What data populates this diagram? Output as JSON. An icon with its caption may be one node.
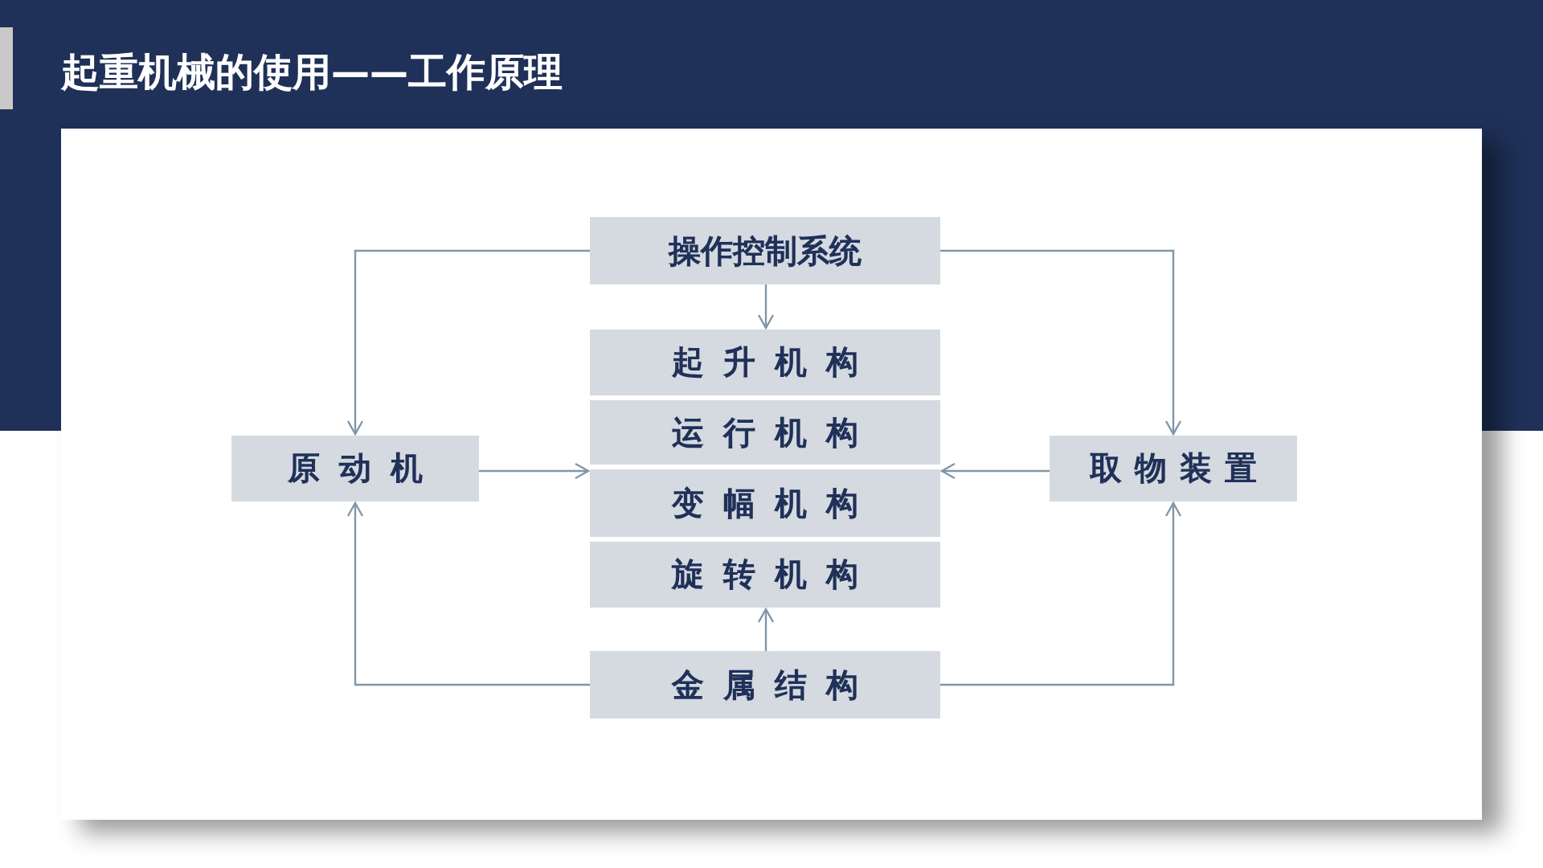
{
  "diagram": {
    "title": "起重机械的使用——工作原理",
    "nodes": [
      {
        "text": [
          "操作控制系统"
        ]
      },
      {
        "text": [
          "原动机"
        ]
      },
      {
        "text": [
          "起升机构"
        ]
      },
      {
        "text": [
          "运行机构"
        ]
      },
      {
        "text": [
          "变幅机构"
        ]
      },
      {
        "text": [
          "旋转机构"
        ]
      },
      {
        "text": [
          "取物装置"
        ]
      },
      {
        "text": [
          "金属结构"
        ]
      }
    ],
    "edges": [
      {
        "from": 0,
        "to": 1,
        "arrow": "to"
      },
      {
        "from": 0,
        "to": 2,
        "arrow": "to"
      },
      {
        "from": 0,
        "to": 6,
        "arrow": "to"
      },
      {
        "from": 1,
        "to": 4,
        "arrow": "to"
      },
      {
        "from": 6,
        "to": 4,
        "arrow": "to"
      },
      {
        "from": 7,
        "to": 1,
        "arrow": "to"
      },
      {
        "from": 7,
        "to": 5,
        "arrow": "to"
      },
      {
        "from": 7,
        "to": 6,
        "arrow": "to"
      }
    ]
  }
}
